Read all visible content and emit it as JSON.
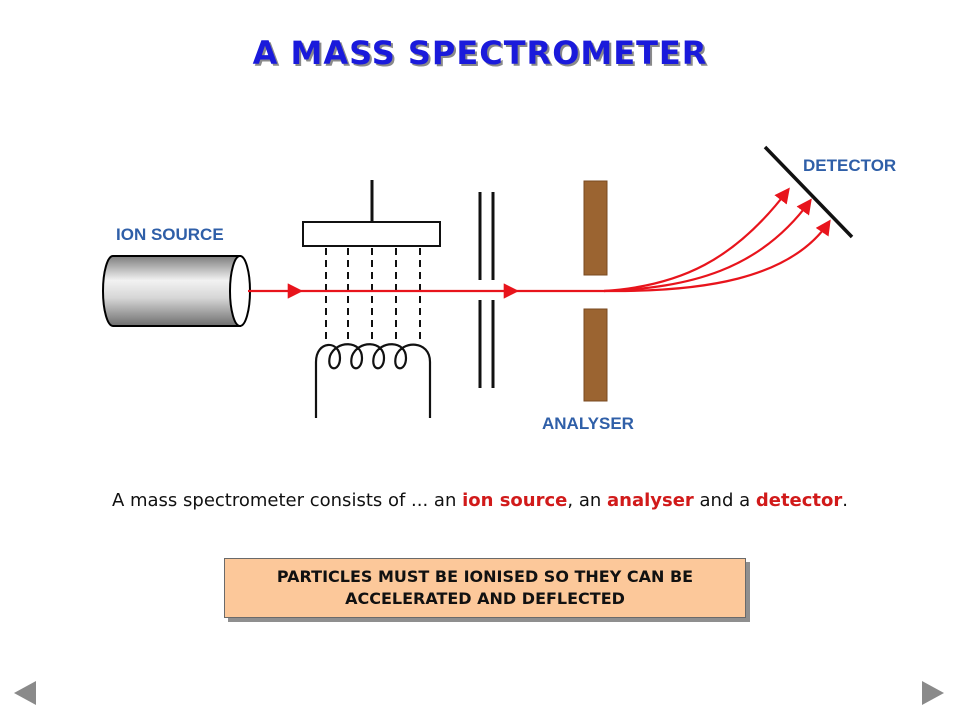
{
  "title": "A MASS SPECTROMETER",
  "labels": {
    "ion_source": "ION SOURCE",
    "detector": "DETECTOR",
    "analyser": "ANALYSER"
  },
  "caption": {
    "prefix": "A mass spectrometer consists of ... an ",
    "term1": "ion source",
    "sep1": ", an ",
    "term2": "analyser",
    "sep2": " and a ",
    "term3": "detector",
    "suffix": "."
  },
  "note": "PARTICLES MUST BE IONISED SO THEY CAN BE ACCELERATED AND DEFLECTED",
  "nav": {
    "prev_icon": "triangle-left-icon",
    "next_icon": "triangle-right-icon"
  },
  "colors": {
    "title": "#1a1adb",
    "label": "#2f5fa8",
    "beam": "#e8141c",
    "plate": "#9b6431",
    "highlight": "#d11a1a",
    "note_bg": "#fcc89a"
  }
}
